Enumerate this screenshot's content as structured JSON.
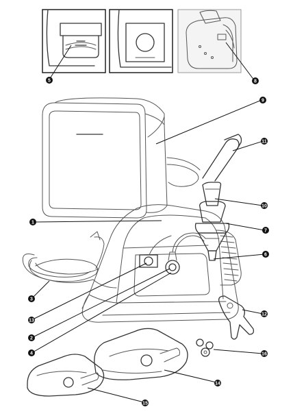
{
  "callouts": [
    {
      "id": "c5",
      "label": "5"
    },
    {
      "id": "c8",
      "label": "8"
    },
    {
      "id": "c9",
      "label": "9"
    },
    {
      "id": "c11",
      "label": "11"
    },
    {
      "id": "c10",
      "label": "10"
    },
    {
      "id": "c1",
      "label": "1"
    },
    {
      "id": "c7",
      "label": "7"
    },
    {
      "id": "c6",
      "label": "6"
    },
    {
      "id": "c3",
      "label": "3"
    },
    {
      "id": "c13",
      "label": "13"
    },
    {
      "id": "c12",
      "label": "12"
    },
    {
      "id": "c2",
      "label": "2"
    },
    {
      "id": "c4",
      "label": "4"
    },
    {
      "id": "c16",
      "label": "16"
    },
    {
      "id": "c14",
      "label": "14"
    },
    {
      "id": "c15",
      "label": "15"
    }
  ]
}
